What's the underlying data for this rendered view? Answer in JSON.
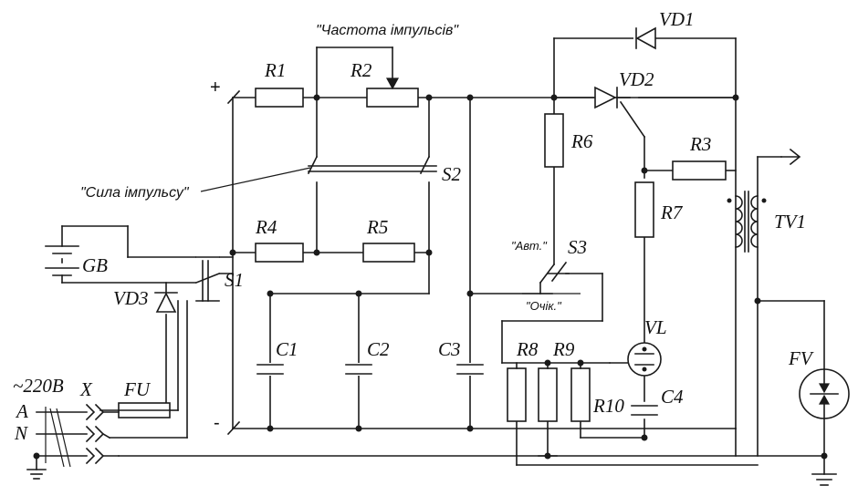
{
  "labels": {
    "r1": "R1",
    "r2": "R2",
    "r3": "R3",
    "r4": "R4",
    "r5": "R5",
    "r6": "R6",
    "r7": "R7",
    "r8": "R8",
    "r9": "R9",
    "r10": "R10",
    "c1": "C1",
    "c2": "C2",
    "c3": "C3",
    "c4": "C4",
    "vd1": "VD1",
    "vd2": "VD2",
    "vd3": "VD3",
    "s1": "S1",
    "s2": "S2",
    "s3": "S3",
    "gb": "GB",
    "fu": "FU",
    "fv": "FV",
    "vl": "VL",
    "tv1": "TV1",
    "x": "X",
    "mains": "~220В",
    "phase": "A",
    "neutral": "N",
    "plus": "+",
    "minus": "-"
  },
  "notes": {
    "frequency": "\"Частота імпульсів\"",
    "strength": "\"Сила імпульсу\"",
    "auto": "\"Авт.\"",
    "wait": "\"Очік.\""
  },
  "colors": {
    "ink": "#1a1a1a",
    "background": "#ffffff"
  }
}
